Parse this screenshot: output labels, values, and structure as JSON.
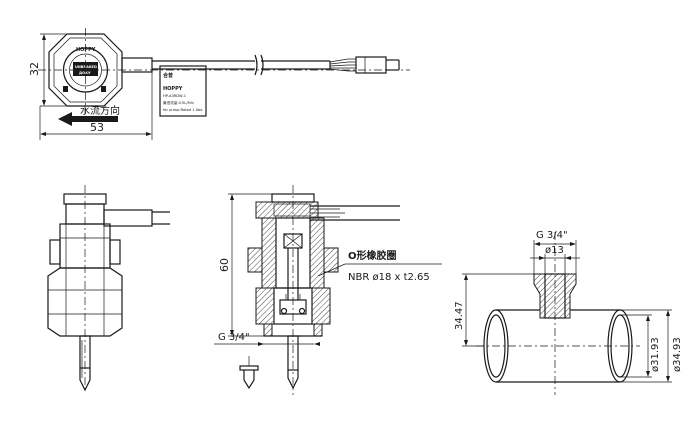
{
  "top_view": {
    "dim_height": "32",
    "dim_width": "53",
    "flow_label": "水流方向",
    "body_text_line1": "UNBRAKED",
    "body_text_line2": "ДОКУ",
    "ring_text": "HOPPY",
    "tag_title": "合普",
    "tag_brand": "HOPPY",
    "tag_line1": "HP-A3RDW-1",
    "tag_line2": "最低流量:0.5L/Min",
    "tag_line3": "for pump:Rated 1.0ba"
  },
  "section_view": {
    "dim_height": "60",
    "thread_label": "G 3/4\"",
    "oring_label": "O形橡胶圈",
    "oring_spec": "NBR ø18 x t2.65"
  },
  "pipe_view": {
    "thread_label": "G 3/4\"",
    "bore_label": "ø13",
    "dim_height": "34.47",
    "dim_inner_dia": "ø31.93",
    "dim_outer_dia": "ø34.93"
  }
}
